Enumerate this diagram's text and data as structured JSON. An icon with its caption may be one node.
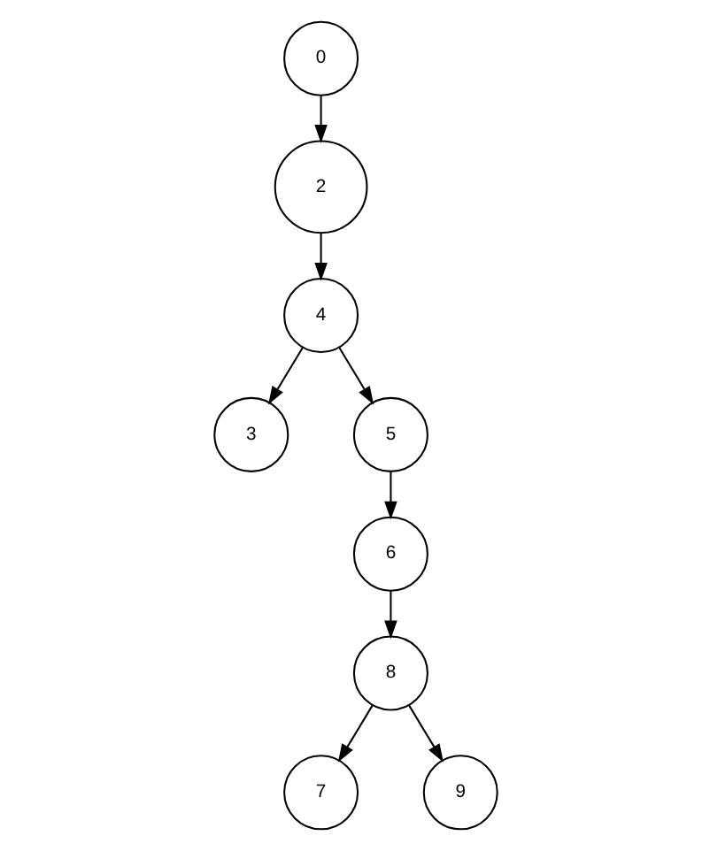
{
  "diagram": {
    "nodes": [
      {
        "text": [
          "0"
        ]
      },
      {
        "text": [
          "2"
        ]
      },
      {
        "text": [
          "4"
        ]
      },
      {
        "text": [
          "3"
        ]
      },
      {
        "text": [
          "5"
        ]
      },
      {
        "text": [
          "6"
        ]
      },
      {
        "text": [
          "8"
        ]
      },
      {
        "text": [
          "7"
        ]
      },
      {
        "text": [
          "9"
        ]
      }
    ],
    "edges": [
      {
        "from": 0,
        "to": 1,
        "arrow": "to"
      },
      {
        "from": 1,
        "to": 2,
        "arrow": "to"
      },
      {
        "from": 2,
        "to": 3,
        "arrow": "to"
      },
      {
        "from": 2,
        "to": 4,
        "arrow": "to"
      },
      {
        "from": 4,
        "to": 5,
        "arrow": "to"
      },
      {
        "from": 5,
        "to": 6,
        "arrow": "to"
      },
      {
        "from": 6,
        "to": 7,
        "arrow": "to"
      },
      {
        "from": 6,
        "to": 8,
        "arrow": "to"
      }
    ]
  }
}
